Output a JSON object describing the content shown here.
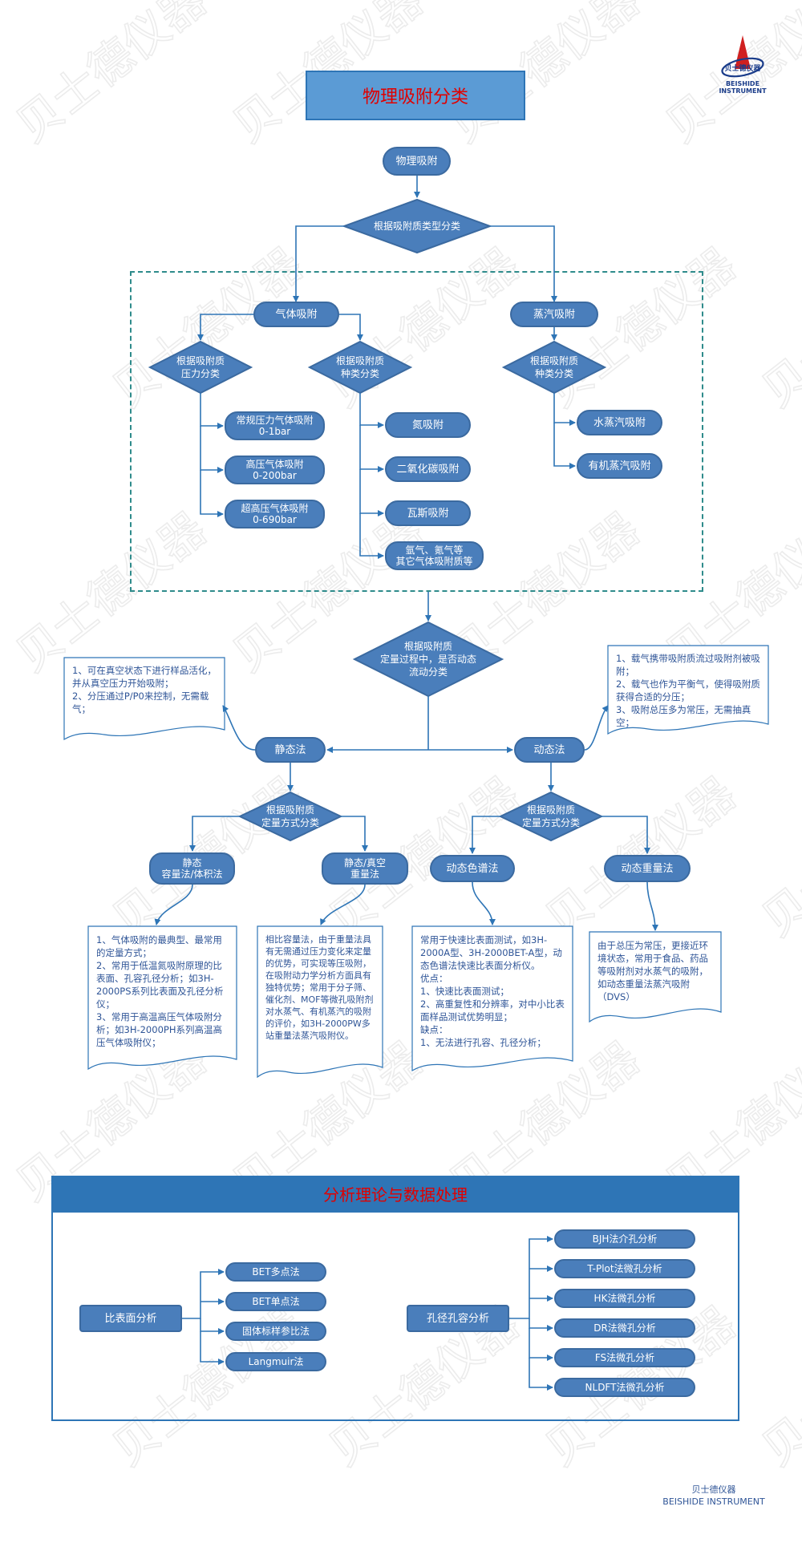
{
  "brand": {
    "logo_cn": "贝士德仪器",
    "logo_en": "BEISHIDE INSTRUMENT",
    "watermark": "贝士德仪器",
    "footer_cn": "贝士德仪器",
    "footer_en": "BEISHIDE INSTRUMENT"
  },
  "colors": {
    "node_fill": "#4a7ebb",
    "line": "#2e75b6",
    "accent_red": "#e00000",
    "note_text": "#2f5597"
  },
  "title": "物理吸附分类",
  "nodes": {
    "root": "物理吸附",
    "d_type": "根据吸附质类型分类",
    "gas": "气体吸附",
    "vapor": "蒸汽吸附",
    "d_gas_pressure": "根据吸附质\n压力分类",
    "d_gas_species": "根据吸附质\n种类分类",
    "d_vapor_species": "根据吸附质\n种类分类",
    "p_normal": "常规压力气体吸附\n0-1bar",
    "p_high": "高压气体吸附\n0-200bar",
    "p_ultra": "超高压气体吸附\n0-690bar",
    "s_n2": "氮吸附",
    "s_co2": "二氧化碳吸附",
    "s_methane": "瓦斯吸附",
    "s_other": "氩气、氪气等\n其它气体吸附质等",
    "v_water": "水蒸汽吸附",
    "v_organic": "有机蒸汽吸附",
    "d_flow": "根据吸附质\n定量过程中，是否动态\n流动分类",
    "static": "静态法",
    "dynamic": "动态法",
    "d_static_quant": "根据吸附质\n定量方式分类",
    "d_dynamic_quant": "根据吸附质\n定量方式分类",
    "static_volumetric": "静态\n容量法/体积法",
    "static_gravimetric": "静态/真空\n重量法",
    "dyn_chrom": "动态色谱法",
    "dyn_grav": "动态重量法"
  },
  "notes": {
    "static_note": "1、可在真空状态下进行样品活化，并从真空压力开始吸附；\n2、分压通过P/P0来控制，无需载气；",
    "dynamic_note": "1、载气携带吸附质流过吸附剂被吸附；\n2、载气也作为平衡气，使得吸附质获得合适的分压；\n3、吸附总压多为常压，无需抽真空；",
    "volumetric_note": "1、气体吸附的最典型、最常用的定量方式；\n2、常用于低温氮吸附原理的比表面、孔容孔径分析；如3H-2000PS系列比表面及孔径分析仪；\n3、常用于高温高压气体吸附分析；如3H-2000PH系列高温高压气体吸附仪；",
    "gravimetric_note": "相比容量法，由于重量法具有无需通过压力变化来定量的优势，可实现等压吸附，在吸附动力学分析方面具有独特优势；常用于分子筛、催化剂、MOF等微孔吸附剂对水蒸气、有机蒸汽的吸附的评价，如3H-2000PW多站重量法蒸汽吸附仪。",
    "chrom_note": "常用于快速比表面测试，如3H-2000A型、3H-2000BET-A型，动态色谱法快速比表面分析仪。\n优点：\n1、快速比表面测试；\n2、高重复性和分辨率，对中小比表面样品测试优势明显；\n缺点：\n1、无法进行孔容、孔径分析；",
    "dyn_grav_note": "由于总压为常压，更接近环境状态，常用于食品、药品等吸附剂对水蒸气的吸附，如动态重量法蒸汽吸附（DVS）"
  },
  "analysis": {
    "title": "分析理论与数据处理",
    "surface": {
      "label": "比表面分析",
      "items": [
        "BET多点法",
        "BET单点法",
        "固体标样参比法",
        "Langmuir法"
      ]
    },
    "pore": {
      "label": "孔径孔容分析",
      "items": [
        "BJH法介孔分析",
        "T-Plot法微孔分析",
        "HK法微孔分析",
        "DR法微孔分析",
        "FS法微孔分析",
        "NLDFT法微孔分析"
      ]
    }
  }
}
